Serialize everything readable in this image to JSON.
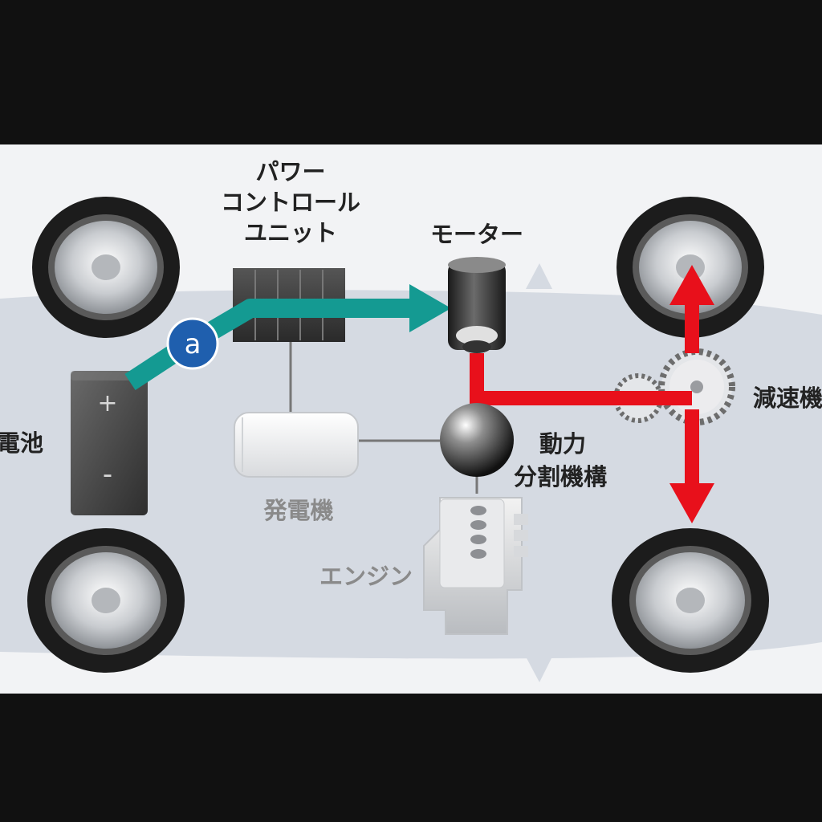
{
  "labels": {
    "pcu_line1": "パワー",
    "pcu_line2": "コントロール",
    "pcu_line3": "ユニット",
    "motor": "モーター",
    "battery": "電池",
    "battery_plus": "+",
    "battery_minus": "-",
    "badge": "a",
    "psd_line1": "動力",
    "psd_line2": "分割機構",
    "generator": "発電機",
    "engine": "エンジン",
    "reduction": "減速機"
  },
  "colors": {
    "background_letterbox": "#111111",
    "panel": "#f2f3f5",
    "car_body": "#d5dae2",
    "electric_flow": "#149a92",
    "mechanical_flow": "#e8101b",
    "badge": "#1f5fae"
  },
  "flows": {
    "electric": "battery → power control unit → motor",
    "mechanical": "motor → reduction gear → front wheel / rear wheel"
  }
}
